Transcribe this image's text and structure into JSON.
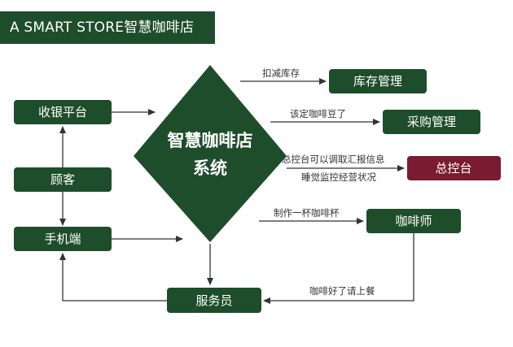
{
  "header": {
    "title": "A SMART STORE智慧咖啡店"
  },
  "colors": {
    "primary_green": "#1e4d2b",
    "console_maroon": "#7a1b30",
    "text_white": "#ffffff",
    "line": "#333333"
  },
  "center": {
    "line1": "智慧咖啡店",
    "line2": "系统"
  },
  "nodes": {
    "cashier": "收银平台",
    "customer": "顾客",
    "mobile": "手机端",
    "waiter": "服务员",
    "inventory": "库存管理",
    "purchase": "采购管理",
    "console": "总控台",
    "barista": "咖啡师"
  },
  "edges": {
    "deduct_stock": "扣减库存",
    "restock_beans": "该定咖啡豆了",
    "console_line1": "总控台可以调取汇报信息",
    "console_line2": "睡觉监控经营状况",
    "make_coffee": "制作一杯咖啡杯",
    "coffee_ready": "咖啡好了请上餐"
  }
}
